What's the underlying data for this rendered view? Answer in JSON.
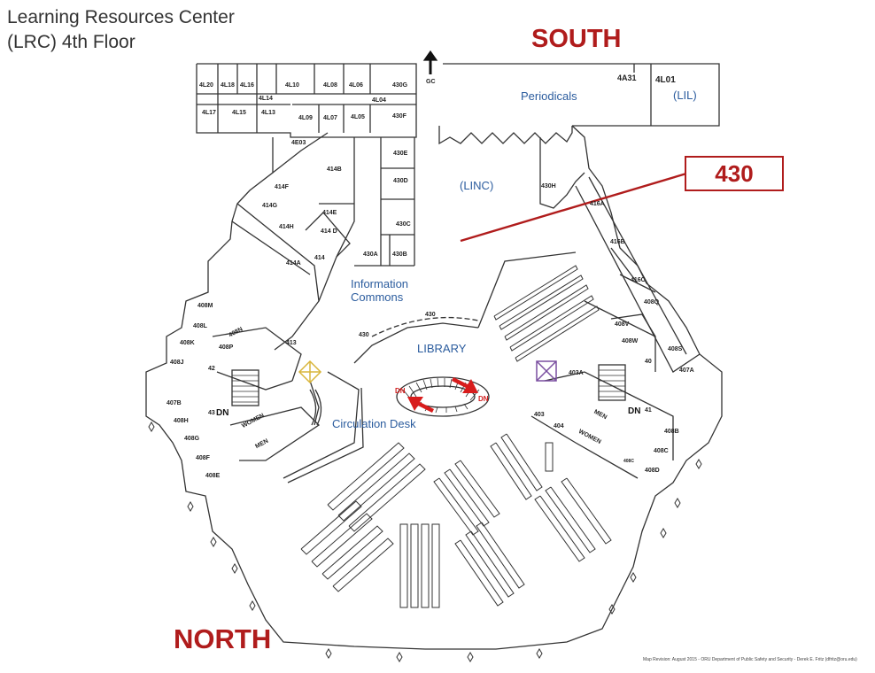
{
  "title": {
    "line1": "Learning Resources Center",
    "line2": "(LRC) 4th Floor"
  },
  "compass": {
    "south": "SOUTH",
    "north": "NORTH",
    "color": "#b01c1c"
  },
  "callout": {
    "label": "430",
    "color": "#b01c1c"
  },
  "areas": {
    "periodicals": "Periodicals",
    "lil": "(LIL)",
    "linc": "(LINC)",
    "info_commons_1": "Information",
    "info_commons_2": "Commons",
    "library": "LIBRARY",
    "circulation": "Circulation Desk",
    "label_color": "#2b5c9e"
  },
  "rooms": {
    "r4L20": "4L20",
    "r4L18": "4L18",
    "r4L16": "4L16",
    "r4L14": "4L14",
    "r4L17": "4L17",
    "r4L15": "4L15",
    "r4L13": "4L13",
    "r4L10": "4L10",
    "r4L08": "4L08",
    "r4L06": "4L06",
    "r430G": "430G",
    "r4L04": "4L04",
    "r4L09": "4L09",
    "r4L07": "4L07",
    "r4L05": "4L05",
    "r430F": "430F",
    "rGC": "GC",
    "r4A31": "4A31",
    "r4L01": "4L01",
    "r4E03": "4E03",
    "r414B": "414B",
    "r430E": "430E",
    "r430D": "430D",
    "r414F": "414F",
    "r414G": "414G",
    "r414E": "414E",
    "r414H": "414H",
    "r414D": "414 D",
    "r430C": "430C",
    "r430A": "430A",
    "r430B": "430B",
    "r414A": "414A",
    "r414": "414",
    "r430H": "430H",
    "r416A": "416A",
    "r416B": "416B",
    "r416C": "416C",
    "r408Q": "408Q",
    "r408M": "408M",
    "r408L": "408L",
    "r408N": "408N",
    "r408K": "408K",
    "r408P": "408P",
    "r408J": "408J",
    "r42": "42",
    "r413": "413",
    "r430a": "430",
    "r430b": "430",
    "r407B": "407B",
    "r43": "43",
    "r408H": "408H",
    "r408G": "408G",
    "r408F": "408F",
    "r408E": "408E",
    "r408V": "408V",
    "r408W": "408W",
    "r408S": "408S",
    "r40": "40",
    "r407A": "407A",
    "r403A": "403A",
    "r403": "403",
    "r404": "404",
    "r41": "41",
    "r408B": "408B",
    "r408C": "408C",
    "r408D": "408D",
    "r408cc": "408C",
    "women1": "WOMEN",
    "men1": "MEN",
    "women2": "WOMEN",
    "men2": "MEN",
    "dn1": "DN",
    "dn2": "DN",
    "dn3": "DN",
    "dn4": "DN"
  },
  "credit": "Map Revision: August 2015 - ORU Department of Public Safety and Security - Derek E. Fritz (dfritz@oru.edu)"
}
